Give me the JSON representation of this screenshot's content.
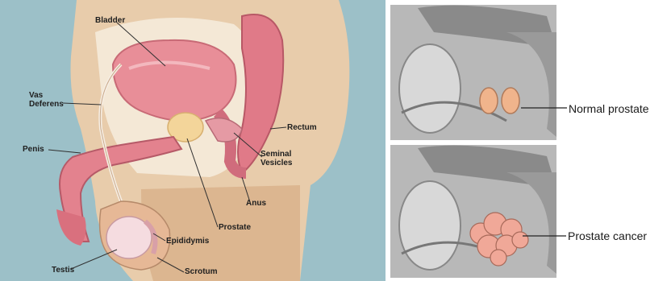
{
  "anatomy": {
    "labels": {
      "bladder": "Bladder",
      "vas_deferens_1": "Vas",
      "vas_deferens_2": "Deferens",
      "penis": "Penis",
      "rectum": "Rectum",
      "seminal_vesicles_1": "Seminal",
      "seminal_vesicles_2": "Vesicles",
      "anus": "Anus",
      "prostate": "Prostate",
      "epididymis": "Epididymis",
      "testis": "Testis",
      "scrotum": "Scrotum"
    }
  },
  "scans": {
    "normal_label": "Normal prostate",
    "cancer_label": "Prostate cancer"
  },
  "colors": {
    "background_blue": "#9cc0c8",
    "skin": "#e6c9a8",
    "organ_pink": "#e8909a",
    "prostate_yellow": "#f3d59a",
    "scan_gray": "#b9b9b9"
  }
}
